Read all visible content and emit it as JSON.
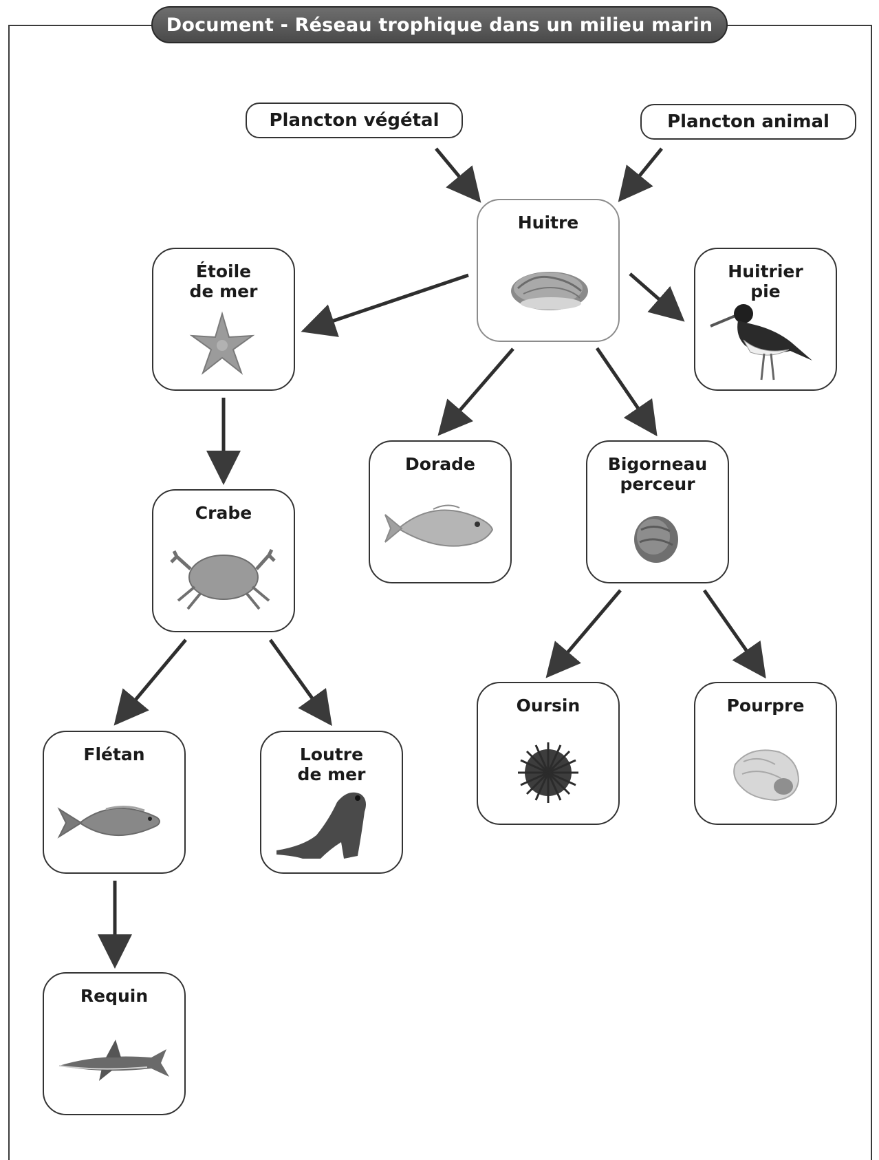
{
  "title": "Document - Réseau trophique dans un milieu marin",
  "sources": {
    "plancton_vegetal": "Plancton végétal",
    "plancton_animal": "Plancton animal"
  },
  "nodes": {
    "huitre": {
      "label": "Huitre",
      "icon": "oyster-icon"
    },
    "etoile": {
      "label": "Étoile\nde mer",
      "icon": "starfish-icon"
    },
    "huitrier": {
      "label": "Huitrier\npie",
      "icon": "oystercatcher-icon"
    },
    "dorade": {
      "label": "Dorade",
      "icon": "sea-bream-icon"
    },
    "bigorneau": {
      "label": "Bigorneau\nperceur",
      "icon": "drill-snail-icon"
    },
    "crabe": {
      "label": "Crabe",
      "icon": "crab-icon"
    },
    "oursin": {
      "label": "Oursin",
      "icon": "sea-urchin-icon"
    },
    "pourpre": {
      "label": "Pourpre",
      "icon": "dog-whelk-icon"
    },
    "fletan": {
      "label": "Flétan",
      "icon": "halibut-icon"
    },
    "loutre": {
      "label": "Loutre\nde mer",
      "icon": "sea-otter-icon"
    },
    "requin": {
      "label": "Requin",
      "icon": "shark-icon"
    }
  },
  "links": [
    [
      "plancton_vegetal",
      "huitre"
    ],
    [
      "plancton_animal",
      "huitre"
    ],
    [
      "huitre",
      "etoile"
    ],
    [
      "huitre",
      "huitrier"
    ],
    [
      "huitre",
      "dorade"
    ],
    [
      "huitre",
      "bigorneau"
    ],
    [
      "etoile",
      "crabe"
    ],
    [
      "bigorneau",
      "oursin"
    ],
    [
      "bigorneau",
      "pourpre"
    ],
    [
      "crabe",
      "fletan"
    ],
    [
      "crabe",
      "loutre"
    ],
    [
      "fletan",
      "requin"
    ]
  ]
}
